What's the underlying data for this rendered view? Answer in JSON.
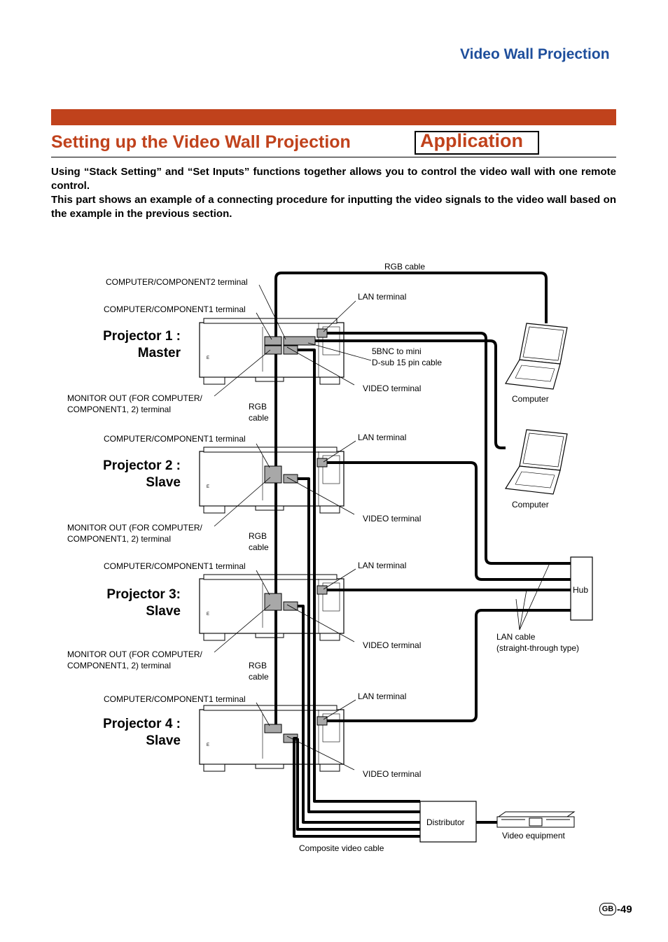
{
  "header": {
    "section_title": "Video Wall Projection"
  },
  "heading": {
    "title": "Setting up the Video Wall Projection",
    "badge": "Application"
  },
  "intro": {
    "para1": "Using “Stack Setting” and “Set Inputs” functions together allows you to control the video wall with one remote control.",
    "para2": "This part shows an example of a connecting procedure for inputting the video signals to the video wall based on the example in the previous section."
  },
  "diagram": {
    "projectors": [
      {
        "line1": "Projector 1 :",
        "line2": "Master"
      },
      {
        "line1": "Projector 2 :",
        "line2": "Slave"
      },
      {
        "line1": "Projector 3:",
        "line2": "Slave"
      },
      {
        "line1": "Projector 4 :",
        "line2": "Slave"
      }
    ],
    "labels": {
      "rgb_cable_top": "RGB cable",
      "comp2_terminal": "COMPUTER/COMPONENT2 terminal",
      "comp1_terminal": "COMPUTER/COMPONENT1 terminal",
      "lan_terminal": "LAN terminal",
      "bnc_line1": "5BNC to mini",
      "bnc_line2": "D-sub 15 pin cable",
      "video_terminal": "VIDEO terminal",
      "monitor_out_line1": "MONITOR OUT (FOR COMPUTER/",
      "monitor_out_line2": "COMPONENT1, 2) terminal",
      "rgb_line1": "RGB",
      "rgb_line2": "cable",
      "computer": "Computer",
      "hub": "Hub",
      "lan_cable_line1": "LAN cable",
      "lan_cable_line2": "(straight-through type)",
      "distributor": "Distributor",
      "video_equipment": "Video equipment",
      "composite_cable": "Composite video cable"
    }
  },
  "footer": {
    "region": "GB",
    "page": "-49"
  },
  "colors": {
    "accent_red": "#c0421c",
    "title_blue": "#1f4f9c"
  }
}
